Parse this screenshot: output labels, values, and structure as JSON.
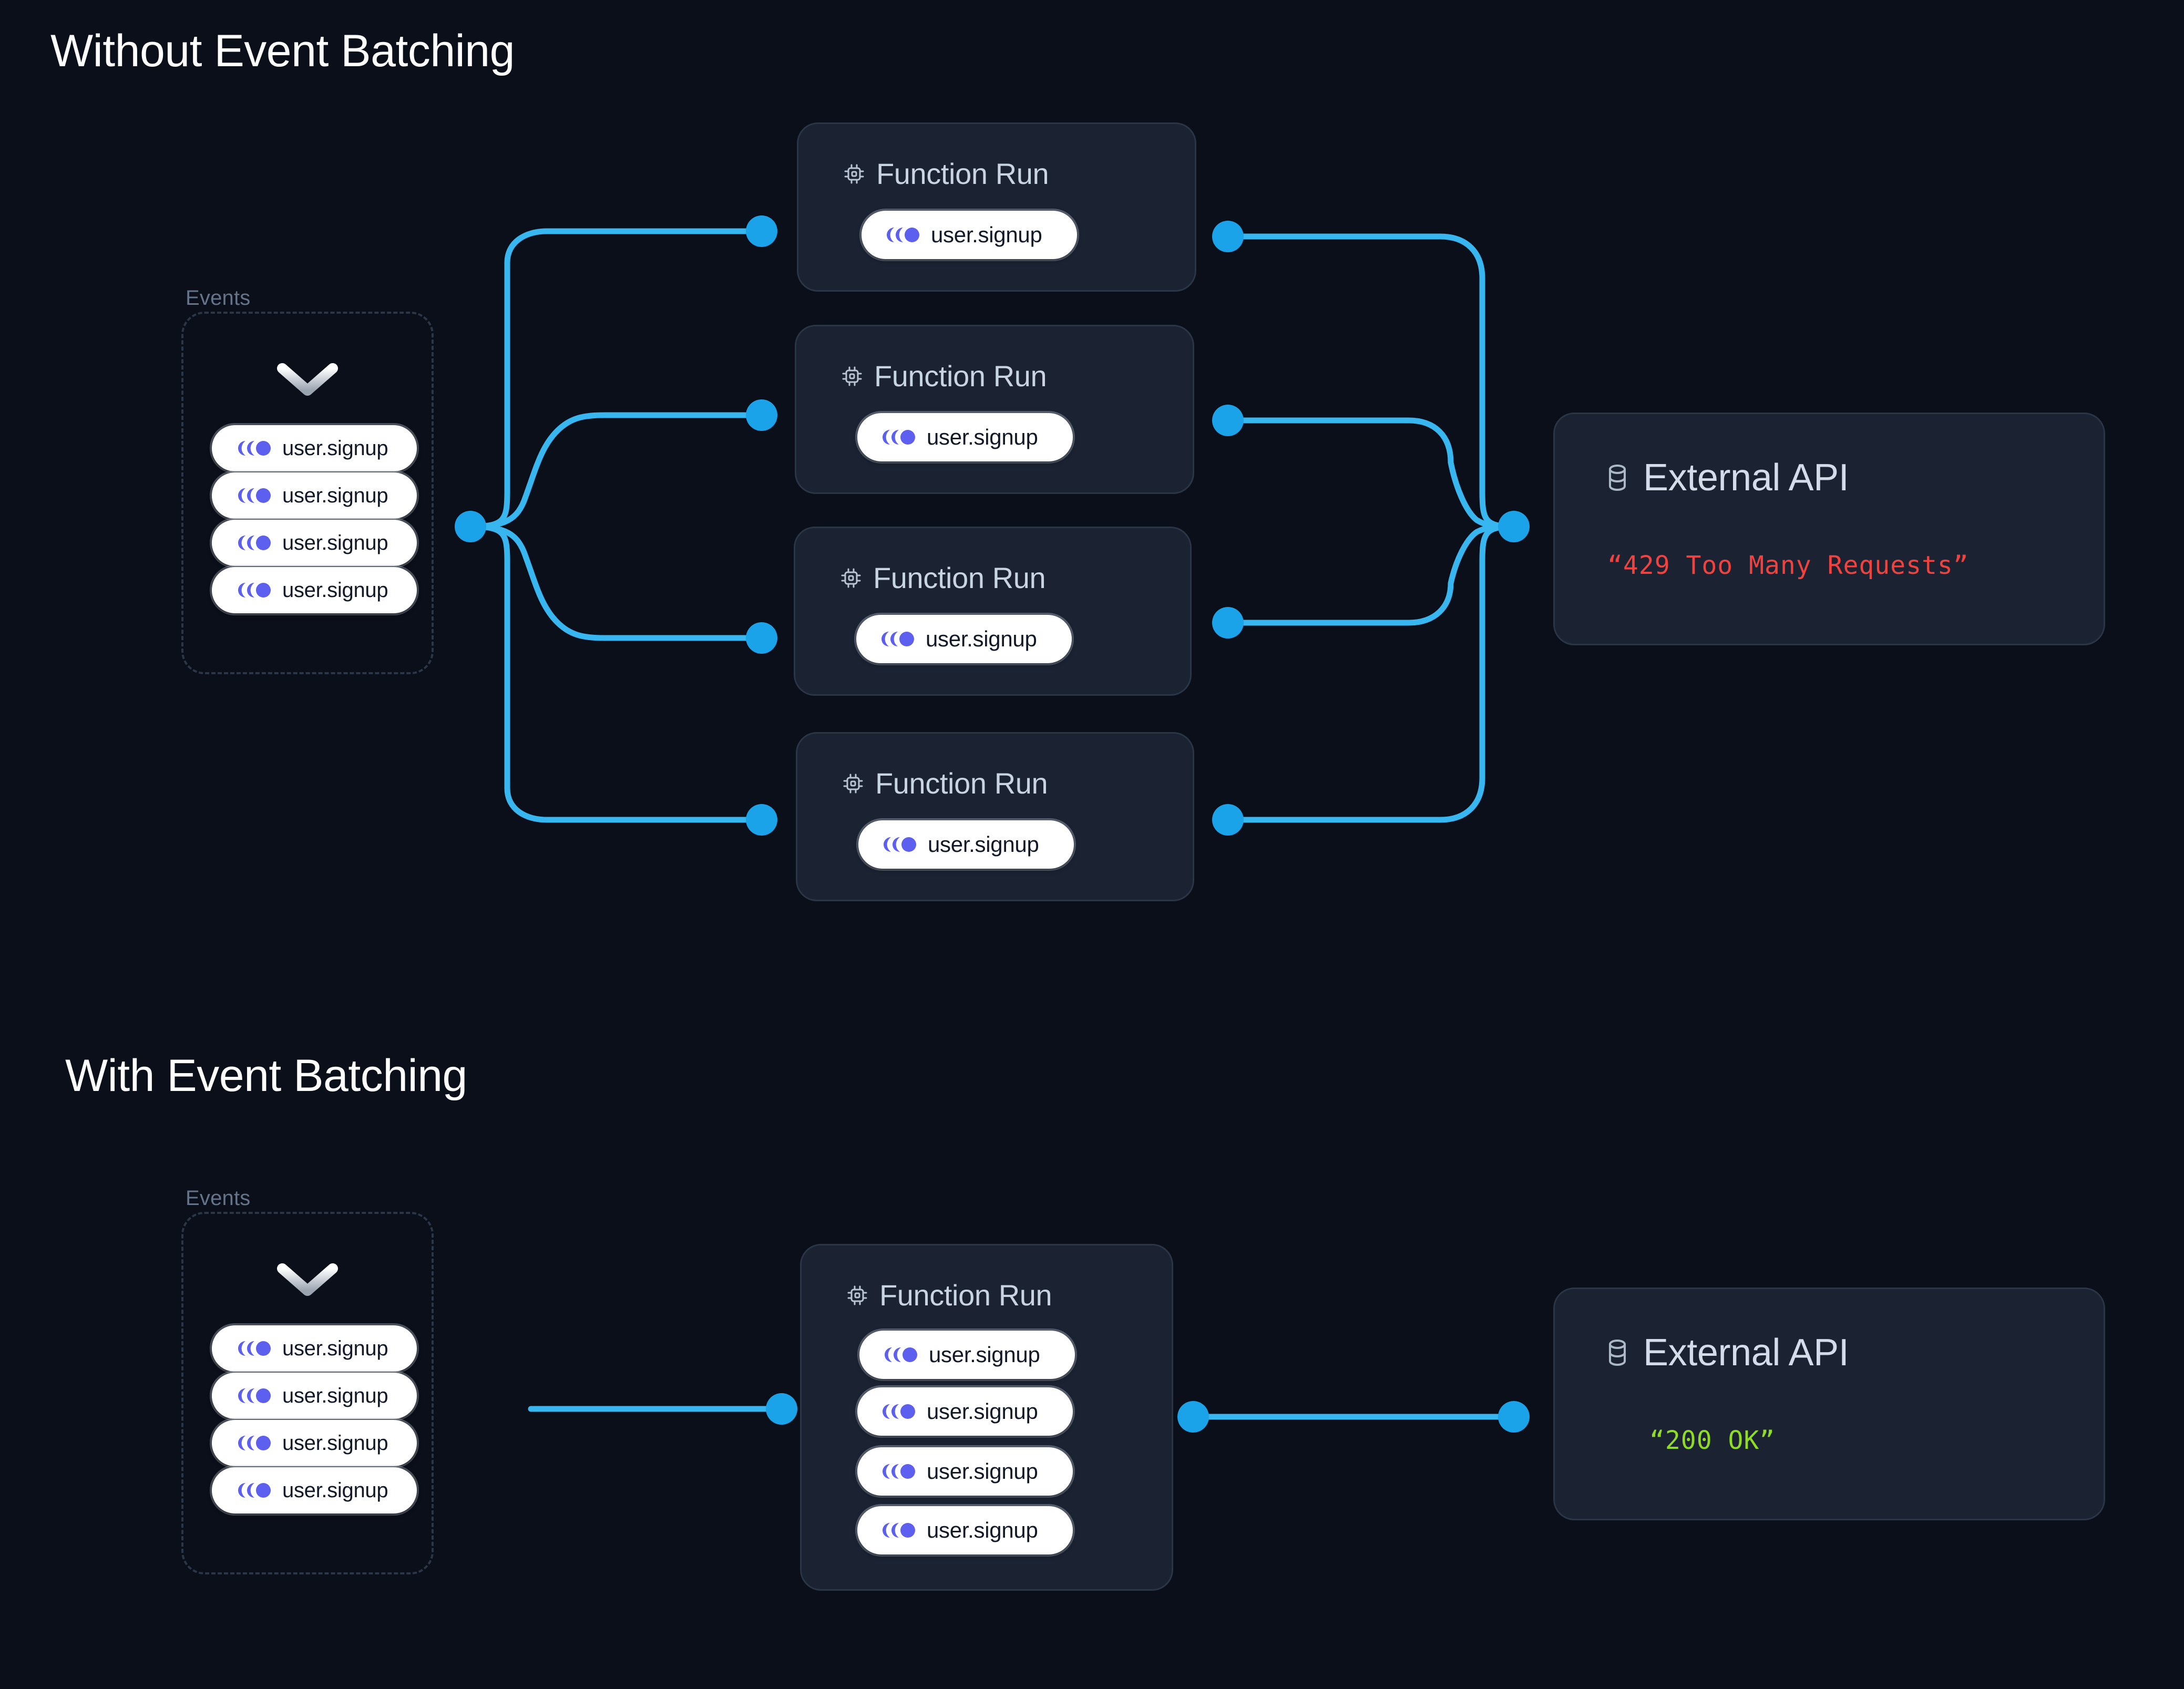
{
  "colors": {
    "background": "#0b0f1a",
    "card_bg": "#1b2333",
    "card_border": "#2a3546",
    "wire": "#38b6f0",
    "node": "#1aa3e8",
    "event_icon": "#5d5fef",
    "pill_bg": "#ffffff",
    "pill_text": "#111827",
    "heading_text": "#ffffff",
    "muted_text": "#64748b",
    "card_head_text": "#c9d4e3",
    "error_text": "#f0433f",
    "success_text": "#8fdc23",
    "dashed_border": "#2b3648"
  },
  "sections": {
    "without": {
      "title": "Without Event Batching",
      "events": {
        "label": "Events",
        "chevron_icon": "chevron-down-icon",
        "items": [
          {
            "icon": "event-motion-icon",
            "label": "user.signup"
          },
          {
            "icon": "event-motion-icon",
            "label": "user.signup"
          },
          {
            "icon": "event-motion-icon",
            "label": "user.signup"
          },
          {
            "icon": "event-motion-icon",
            "label": "user.signup"
          }
        ]
      },
      "function_runs": [
        {
          "icon": "cpu-chip-icon",
          "title": "Function Run",
          "events": [
            {
              "icon": "event-motion-icon",
              "label": "user.signup"
            }
          ]
        },
        {
          "icon": "cpu-chip-icon",
          "title": "Function Run",
          "events": [
            {
              "icon": "event-motion-icon",
              "label": "user.signup"
            }
          ]
        },
        {
          "icon": "cpu-chip-icon",
          "title": "Function Run",
          "events": [
            {
              "icon": "event-motion-icon",
              "label": "user.signup"
            }
          ]
        },
        {
          "icon": "cpu-chip-icon",
          "title": "Function Run",
          "events": [
            {
              "icon": "event-motion-icon",
              "label": "user.signup"
            }
          ]
        }
      ],
      "external_api": {
        "icon": "database-icon",
        "title": "External API",
        "status": "“429 Too Many Requests”",
        "status_kind": "error"
      }
    },
    "with": {
      "title": "With Event Batching",
      "events": {
        "label": "Events",
        "chevron_icon": "chevron-down-icon",
        "items": [
          {
            "icon": "event-motion-icon",
            "label": "user.signup"
          },
          {
            "icon": "event-motion-icon",
            "label": "user.signup"
          },
          {
            "icon": "event-motion-icon",
            "label": "user.signup"
          },
          {
            "icon": "event-motion-icon",
            "label": "user.signup"
          }
        ]
      },
      "function_runs": [
        {
          "icon": "cpu-chip-icon",
          "title": "Function Run",
          "events": [
            {
              "icon": "event-motion-icon",
              "label": "user.signup"
            },
            {
              "icon": "event-motion-icon",
              "label": "user.signup"
            },
            {
              "icon": "event-motion-icon",
              "label": "user.signup"
            },
            {
              "icon": "event-motion-icon",
              "label": "user.signup"
            }
          ]
        }
      ],
      "external_api": {
        "icon": "database-icon",
        "title": "External API",
        "status": "“200 OK”",
        "status_kind": "success"
      }
    }
  }
}
